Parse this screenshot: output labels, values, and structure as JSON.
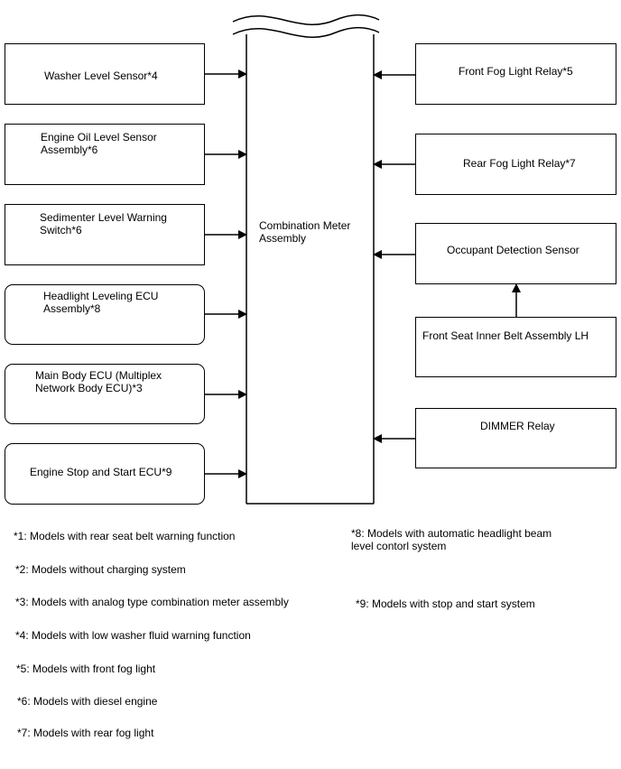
{
  "center": {
    "label": "Combination Meter\nAssembly"
  },
  "left_boxes": [
    {
      "label": "Washer Level Sensor*4"
    },
    {
      "label": "Engine Oil Level Sensor\nAssembly*6"
    },
    {
      "label": "Sedimenter Level Warning\nSwitch*6"
    },
    {
      "label": "Headlight Leveling ECU\nAssembly*8"
    },
    {
      "label": "Main Body ECU (Multiplex\nNetwork Body ECU)*3"
    },
    {
      "label": "Engine Stop and Start ECU*9"
    }
  ],
  "right_boxes": [
    {
      "label": "Front Fog Light Relay*5"
    },
    {
      "label": "Rear Fog Light Relay*7"
    },
    {
      "label": "Occupant Detection Sensor"
    },
    {
      "label": "Front Seat Inner Belt Assembly LH"
    },
    {
      "label": "DIMMER Relay"
    }
  ],
  "notes": [
    "*1: Models with rear seat belt warning function",
    "*2: Models without charging system",
    "*3: Models with analog type combination meter assembly",
    "*4: Models with low washer fluid warning function",
    "*5: Models with front fog light",
    "*6: Models with diesel engine",
    "*7: Models with rear fog light",
    "*8: Models with automatic headlight beam\nlevel contorl system",
    "*9: Models with stop and start system"
  ]
}
